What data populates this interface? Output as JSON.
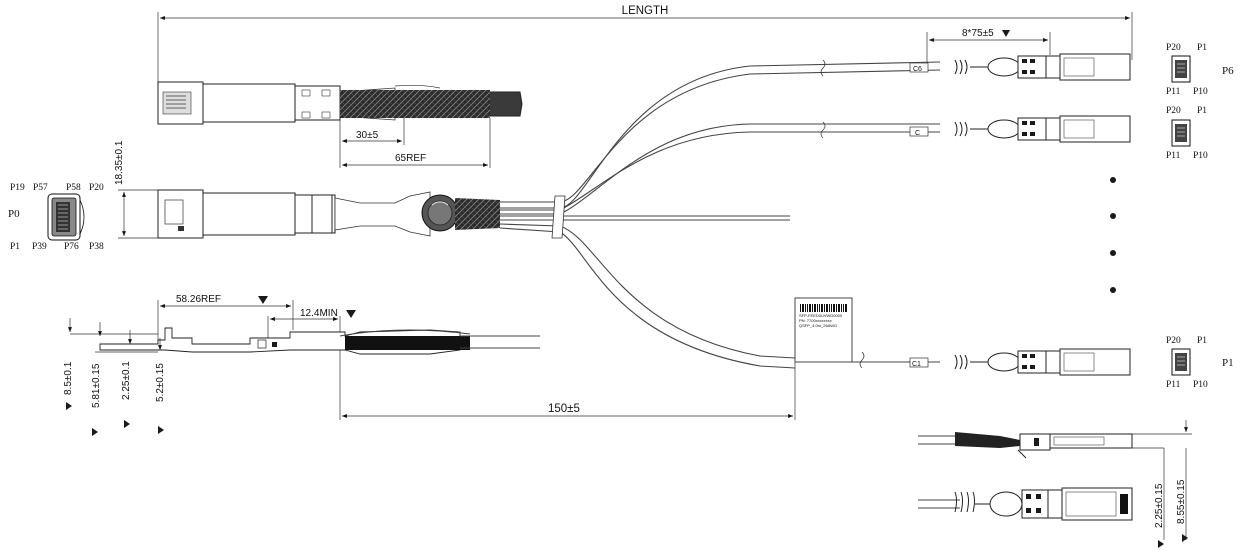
{
  "dimensions": {
    "length": "LENGTH",
    "pitch_75": "8*75±5",
    "height_1835": "18.35±0.1",
    "len_30": "30±5",
    "ref_65": "65REF",
    "ref_5826": "58.26REF",
    "min_124": "12.4MIN",
    "len_150": "150±5",
    "v_85": "8.5±0.1",
    "v_581": "5.81±0.15",
    "v_225_left": "2.25±0.1",
    "v_52": "5.2±0.15",
    "v_225_right": "2.25±0.15",
    "v_855": "8.55±0.15"
  },
  "ports": {
    "p0": {
      "name": "P0",
      "pins": [
        "P19",
        "P57",
        "P58",
        "P20",
        "P1",
        "P39",
        "P76",
        "P38"
      ]
    },
    "p6": {
      "name": "P6",
      "pins": [
        "P20",
        "P1",
        "P11",
        "P10"
      ]
    },
    "p_mid": {
      "pins": [
        "P20",
        "P1",
        "P11",
        "P10"
      ]
    },
    "p1": {
      "name": "P1",
      "pins": [
        "P20",
        "P1",
        "P11",
        "P10"
      ]
    }
  },
  "cables": {
    "c6": "C6",
    "c": "C",
    "c1": "C1"
  },
  "label_tag": {
    "line1": "SFP-FEED0UVWD0000",
    "line2": "PN: 7700xxxxxxxx",
    "line3": "QSFP_4.0m_26AWG"
  }
}
